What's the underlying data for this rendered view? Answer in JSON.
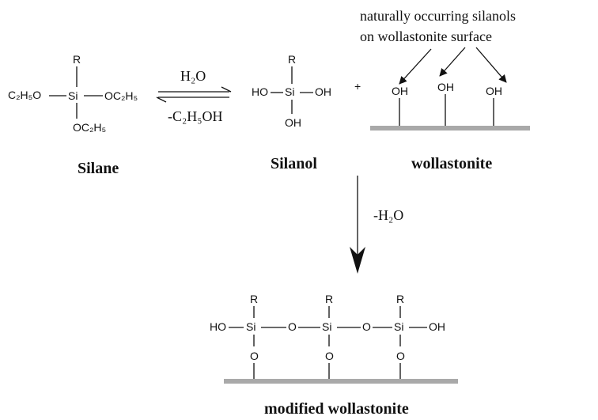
{
  "annotation": {
    "line1": "naturally occurring silanols",
    "line2": "on wollastonite surface"
  },
  "labels": {
    "silane": "Silane",
    "silanol": "Silanol",
    "wollastonite": "wollastonite",
    "modified": "modified wollastonite",
    "plus": "+"
  },
  "reaction1": {
    "forward_condition": "H₂O",
    "reverse_condition": "-C₂H₅OH"
  },
  "reaction2": {
    "condition": "-H₂O"
  },
  "atoms": {
    "R": "R",
    "Si": "Si",
    "OH": "OH",
    "HO": "HO",
    "O": "O",
    "ethoxy_left": "C₂H₅O",
    "ethoxy_right": "OC₂H₅",
    "ethoxy_bottom": "OC₂H₅"
  },
  "colors": {
    "surface": "#a9a9a9",
    "ink": "#111111"
  }
}
